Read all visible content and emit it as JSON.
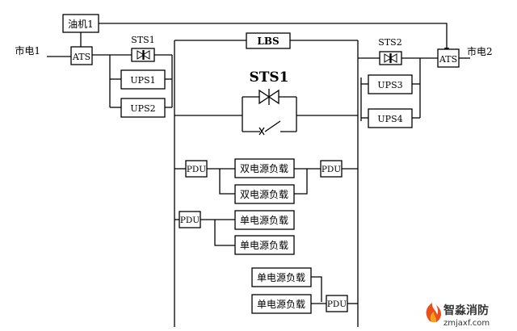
{
  "diagram": {
    "oil_generator": "油机1",
    "mains_1": "市电1",
    "mains_2": "市电2",
    "ats_left": "ATS",
    "ats_right": "ATS",
    "sts1_small": "STS1",
    "sts2_small": "STS2",
    "lbs": "LBS",
    "sts1_big": "STS1",
    "ups1": "UPS1",
    "ups2": "UPS2",
    "ups3": "UPS3",
    "ups4": "UPS4",
    "pdu_1": "PDU",
    "pdu_2": "PDU",
    "pdu_3": "PDU",
    "pdu_4": "PDU",
    "dual_load_1": "双电源负载",
    "dual_load_2": "双电源负载",
    "single_load_1": "单电源负载",
    "single_load_2": "单电源负载",
    "single_load_3": "单电源负载",
    "single_load_4": "单电源负载"
  },
  "watermark": {
    "brand_cn": "智淼消防",
    "brand_url": "zmjaxf.com"
  }
}
